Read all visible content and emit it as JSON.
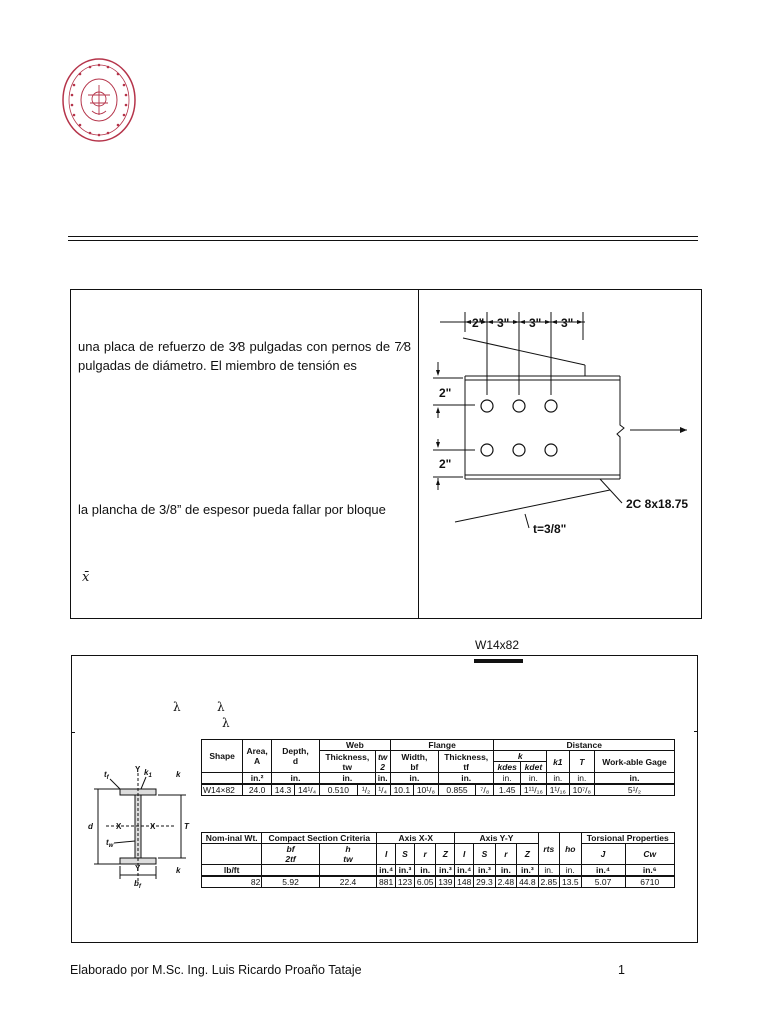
{
  "problem": {
    "text_line1": "una placa de refuerzo de 3⁄8 pulgadas con pernos de 7⁄8 pulgadas de diámetro. El miembro de tensión es",
    "text_line2": "la plancha de 3/8” de espesor pueda fallar por bloque",
    "xbar_symbol": "x̄"
  },
  "diagram": {
    "dim_2in": "2\"",
    "dim_3in_a": "3\"",
    "dim_3in_b": "3\"",
    "dim_3in_c": "3\"",
    "dim_vert_top": "2\"",
    "dim_vert_bottom": "2\"",
    "section_label": "2C 8x18.75",
    "thickness_label": "t=3/8\""
  },
  "section_title": "W14x82",
  "lambda_symbols": [
    "λ",
    "λ",
    "λ"
  ],
  "shape_figure": {
    "tf": "t",
    "tf_sub": "f",
    "k1": "k",
    "k1_sub": "1",
    "k_top": "k",
    "k_bottom": "k",
    "d": "d",
    "x_left": "X",
    "x_right": "X",
    "T": "T",
    "tw": "t",
    "tw_sub": "w",
    "y_top": "Y",
    "y_bottom": "Y",
    "bf": "b",
    "bf_sub": "f"
  },
  "table1": {
    "headers": {
      "shape": "Shape",
      "area": "Area,",
      "area_sym": "A",
      "depth": "Depth,",
      "depth_sym": "d",
      "web": "Web",
      "flange": "Flange",
      "distance": "Distance",
      "thickness_tw": "Thickness,",
      "tw_sym": "tw",
      "tw2_sym": "tw",
      "tw2_den": "2",
      "width": "Width,",
      "bf_sym": "bf",
      "thickness_tf": "Thickness,",
      "tf_sym": "tf",
      "k": "k",
      "kdes": "kdes",
      "kdet": "kdet",
      "k1": "k1",
      "T": "T",
      "gage": "Work-able Gage"
    },
    "units": [
      "in.²",
      "in.",
      "in.",
      "in.",
      "in.",
      "in.",
      "in.",
      "in.",
      "in.",
      "in.",
      "in."
    ],
    "row": [
      "W14×82",
      "24.0",
      "14.3",
      "14¹/₄",
      "0.510",
      "¹/₂",
      "¹/₄",
      "10.1",
      "10¹/₈",
      "0.855",
      "⁷/₈",
      "1.45",
      "1¹¹/₁₆",
      "1¹/₁₆",
      "10⁷/₈",
      "5¹/₂"
    ]
  },
  "table2": {
    "headers": {
      "nominal": "Nom-inal Wt.",
      "compact": "Compact Section Criteria",
      "axis_x": "Axis X-X",
      "axis_y": "Axis Y-Y",
      "rts": "rts",
      "ho": "ho",
      "torsional": "Torsional Properties",
      "bf2tf_top": "bf",
      "bf2tf_bot": "2tf",
      "htw_top": "h",
      "htw_bot": "tw",
      "I": "I",
      "S": "S",
      "r": "r",
      "Z": "Z",
      "Iy": "I",
      "Sy": "S",
      "ry": "r",
      "Zy": "Z",
      "J": "J",
      "Cw": "Cw"
    },
    "units": [
      "lb/ft",
      "",
      "",
      "in.⁴",
      "in.³",
      "in.",
      "in.³",
      "in.⁴",
      "in.³",
      "in.",
      "in.³",
      "in.",
      "in.",
      "in.⁴",
      "in.⁶"
    ],
    "row": [
      "82",
      "5.92",
      "22.4",
      "881",
      "123",
      "6.05",
      "139",
      "148",
      "29.3",
      "2.48",
      "44.8",
      "2.85",
      "13.5",
      "5.07",
      "6710"
    ]
  },
  "footer": {
    "author": "Elaborado por M.Sc. Ing. Luis Ricardo Proaño Tataje",
    "page": "1"
  },
  "colors": {
    "logo": "#b5344a",
    "ink": "#111111"
  }
}
